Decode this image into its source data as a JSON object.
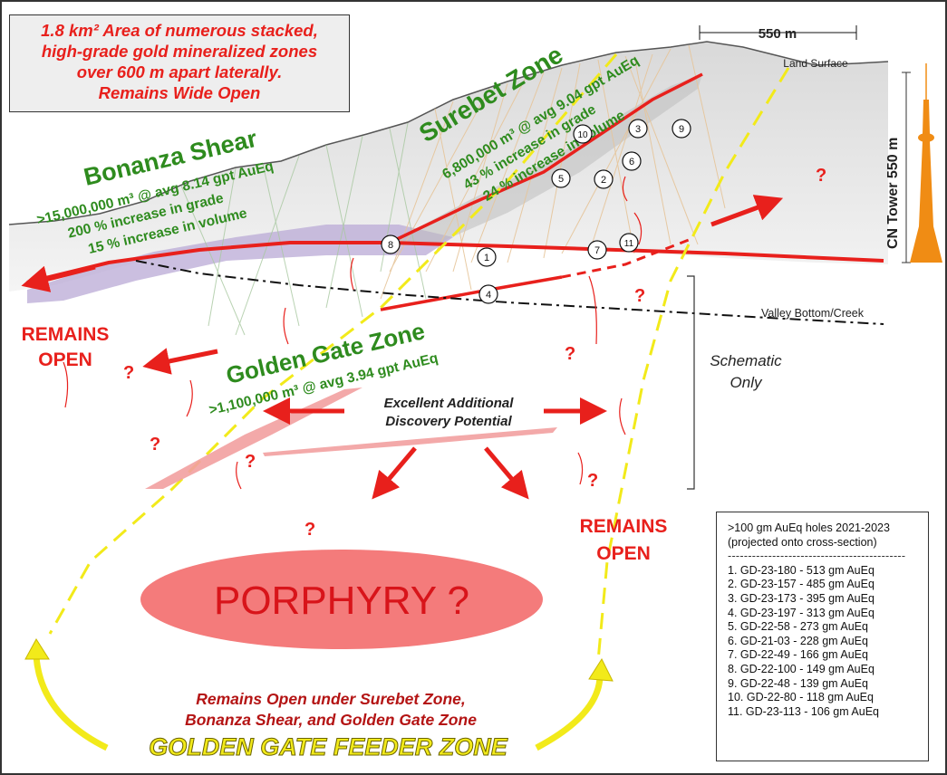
{
  "callout": {
    "line1": "1.8 km² Area of numerous stacked,",
    "line2": "high-grade gold mineralized zones",
    "line3": "over 600 m apart laterally.",
    "line4": "Remains Wide Open"
  },
  "scale_bar": "550 m",
  "land_surface": "Land Surface",
  "cn_tower": "CN Tower 550 m",
  "valley": "Valley Bottom/Creek",
  "schematic": [
    "Schematic",
    "Only"
  ],
  "bonanza": {
    "title": "Bonanza Shear",
    "line1": ">15,000,000 m³ @ avg 8.14 gpt AuEq",
    "line2": "200 % increase in grade",
    "line3": "15 % increase in volume"
  },
  "surebet": {
    "title": "Surebet Zone",
    "line1": "6,800,000 m³ @ avg 9.04 gpt AuEq",
    "line2": "43 % increase in grade",
    "line3": "24 % increase in volume"
  },
  "golden_gate": {
    "title": "Golden Gate Zone",
    "line1": ">1,100,000 m³ @ avg 3.94 gpt AuEq"
  },
  "remains_open_left": [
    "REMAINS",
    "OPEN"
  ],
  "remains_open_right": [
    "REMAINS",
    "OPEN"
  ],
  "discovery": [
    "Excellent Additional",
    "Discovery Potential"
  ],
  "porphyry": "PORPHYRY ?",
  "question_mark": "?",
  "bottom": {
    "line1": "Remains Open under Surebet Zone,",
    "line2": "Bonanza Shear, and Golden Gate Zone",
    "feeder": "GOLDEN GATE FEEDER ZONE"
  },
  "hole_markers": [
    "1",
    "2",
    "3",
    "4",
    "5",
    "6",
    "7",
    "8",
    "9",
    "10",
    "11"
  ],
  "legend": {
    "header1": ">100 gm AuEq holes 2021-2023",
    "header2": "(projected onto cross-section)",
    "separator": "--------------------------------------------",
    "items": [
      "1. GD-23-180 - 513 gm AuEq",
      "2. GD-23-157 - 485 gm AuEq",
      "3. GD-23-173 - 395 gm AuEq",
      "4. GD-23-197 - 313 gm AuEq",
      "5. GD-22-58 - 273 gm AuEq",
      "6. GD-21-03 - 228 gm AuEq",
      "7. GD-22-49 - 166 gm AuEq",
      "8. GD-22-100 - 149 gm AuEq",
      "9. GD-22-48 - 139 gm AuEq",
      "10. GD-22-80 - 118 gm AuEq",
      "11. GD-23-113 - 106 gm AuEq"
    ]
  },
  "colors": {
    "green": "#2e8b1e",
    "red": "#e8201c",
    "yellow": "#f2ea1a",
    "porphyry_fill": "#f47b7b",
    "tower": "#f08c14"
  }
}
